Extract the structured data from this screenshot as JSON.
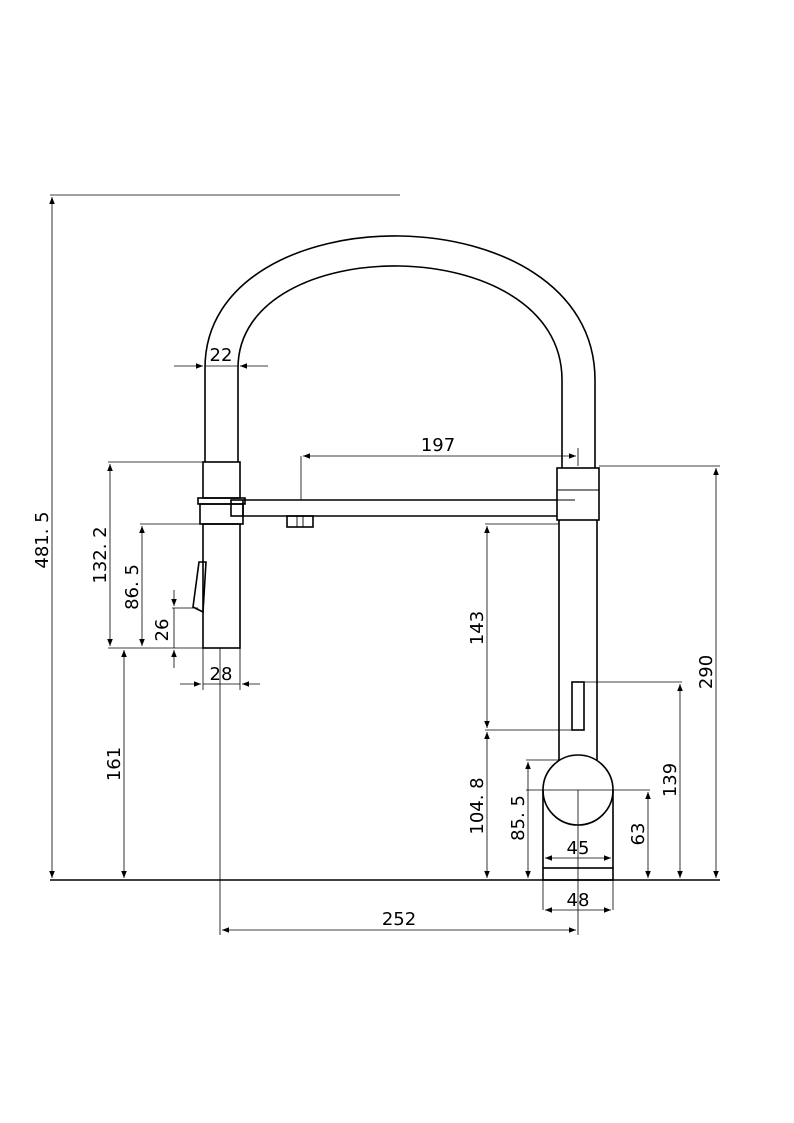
{
  "drawing": {
    "dimensions": {
      "total_height": "481. 5",
      "tube_diameter": "22",
      "head_offset_top": "132. 2",
      "head_trigger_top": "86. 5",
      "head_trigger_bottom": "26",
      "head_diameter": "28",
      "outlet_height": "161",
      "arm_reach": "197",
      "arm_to_handle": "143",
      "collar_height": "290",
      "handle_top": "139",
      "handle_pivot": "104. 8",
      "handle_center": "85. 5",
      "body_center": "63",
      "body_width": "45",
      "base_width": "48",
      "spout_reach": "252"
    }
  }
}
